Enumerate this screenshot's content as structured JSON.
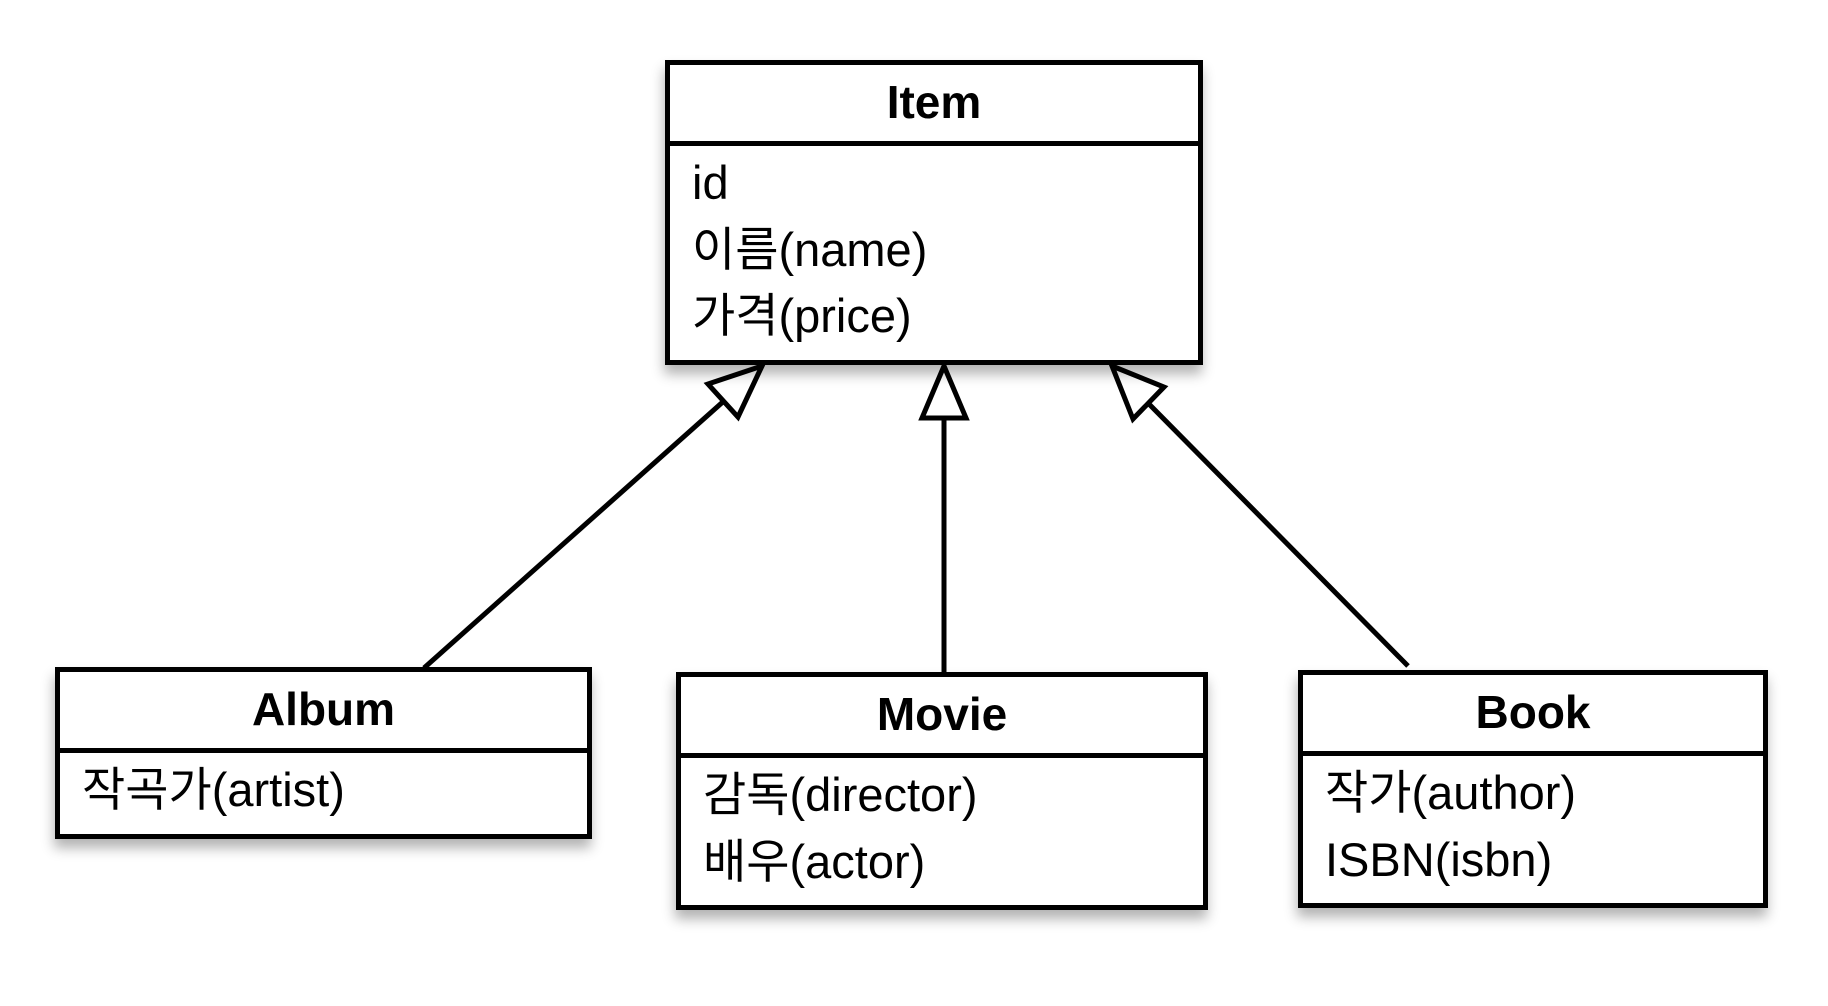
{
  "diagram": {
    "kind": "uml-class-diagram",
    "colors": {
      "stroke": "#000000",
      "background": "#ffffff"
    },
    "classes": [
      {
        "name": "Item",
        "attributes": [
          "id",
          "이름(name)",
          "가격(price)"
        ]
      },
      {
        "name": "Album",
        "attributes": [
          "작곡가(artist)"
        ]
      },
      {
        "name": "Movie",
        "attributes": [
          "감독(director)",
          "배우(actor)"
        ]
      },
      {
        "name": "Book",
        "attributes": [
          "작가(author)",
          "ISBN(isbn)"
        ]
      }
    ],
    "relations": [
      {
        "from": "Album",
        "to": "Item",
        "type": "generalization"
      },
      {
        "from": "Movie",
        "to": "Item",
        "type": "generalization"
      },
      {
        "from": "Book",
        "to": "Item",
        "type": "generalization"
      }
    ]
  }
}
